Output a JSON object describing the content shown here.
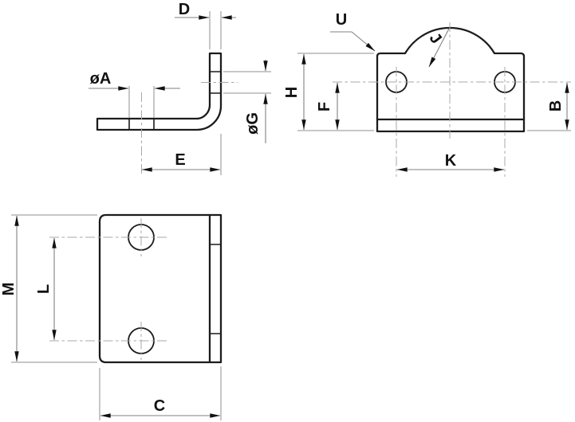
{
  "drawing": {
    "type": "engineering-orthographic-views",
    "part": "bent foot mounting bracket",
    "colors": {
      "background": "#ffffff",
      "outline": "#1c1c1c",
      "dimension_lines": "#828282",
      "centerlines": "#a8a8a8",
      "label_text": "#111111"
    },
    "views": {
      "side": {
        "description": "L-shaped side profile view (top left)",
        "labels": {
          "D": "D",
          "A": "øA",
          "E": "E",
          "G": "øG"
        }
      },
      "front": {
        "description": "front view with saddle cutout and two holes (top right)",
        "labels": {
          "U": "U",
          "J": "J",
          "H": "H",
          "F": "F",
          "B": "B",
          "K": "K"
        }
      },
      "plan": {
        "description": "plan view with two holes and flange strip (bottom left)",
        "labels": {
          "M": "M",
          "L": "L",
          "C": "C"
        }
      }
    }
  }
}
